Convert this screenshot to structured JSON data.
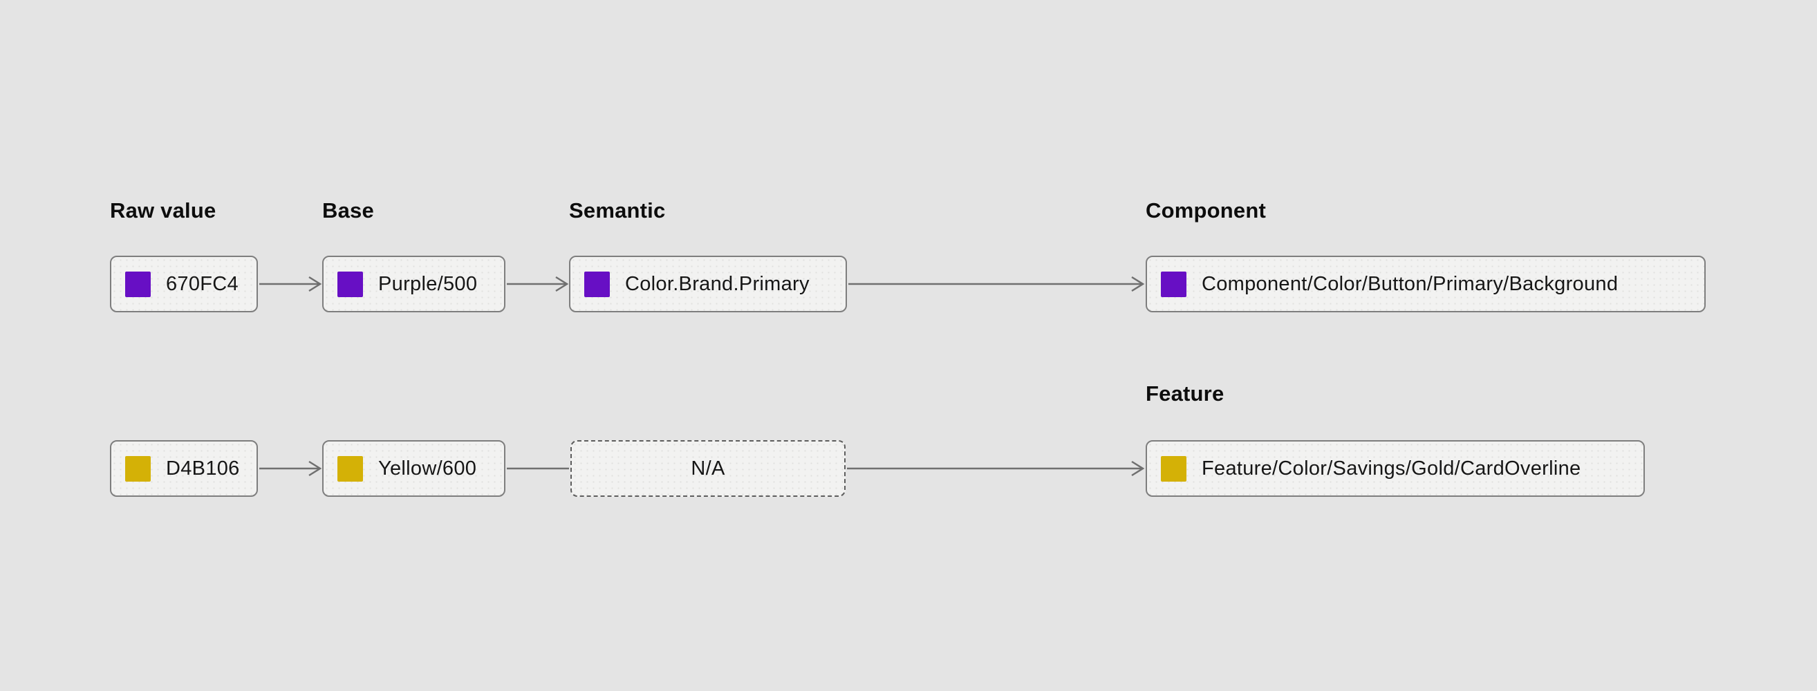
{
  "diagram": {
    "description": "Design token aliasing flow from raw hex values to component and feature tokens",
    "colors": {
      "canvas_bg": "#e4e4e4",
      "node_fill": "#f2f2f1",
      "node_border": "#7e7e7e",
      "dashed_border": "#5d5d5d",
      "connector": "#6f6f6f",
      "text": "#161616",
      "purple": "#670FC4",
      "yellow": "#D4B106"
    },
    "headers": {
      "raw": "Raw value",
      "base": "Base",
      "semantic": "Semantic",
      "component": "Component",
      "feature": "Feature"
    },
    "rows": [
      {
        "raw": {
          "label": "670FC4",
          "swatch": "#670FC4"
        },
        "base": {
          "label": "Purple/500",
          "swatch": "#670FC4"
        },
        "semantic": {
          "label": "Color.Brand.Primary",
          "swatch": "#670FC4"
        },
        "target": {
          "label": "Component/Color/Button/Primary/Background",
          "swatch": "#670FC4"
        }
      },
      {
        "raw": {
          "label": "D4B106",
          "swatch": "#D4B106"
        },
        "base": {
          "label": "Yellow/600",
          "swatch": "#D4B106"
        },
        "semantic": {
          "label": "N/A",
          "swatch": null
        },
        "target": {
          "label": "Feature/Color/Savings/Gold/CardOverline",
          "swatch": "#D4B106"
        }
      }
    ]
  }
}
